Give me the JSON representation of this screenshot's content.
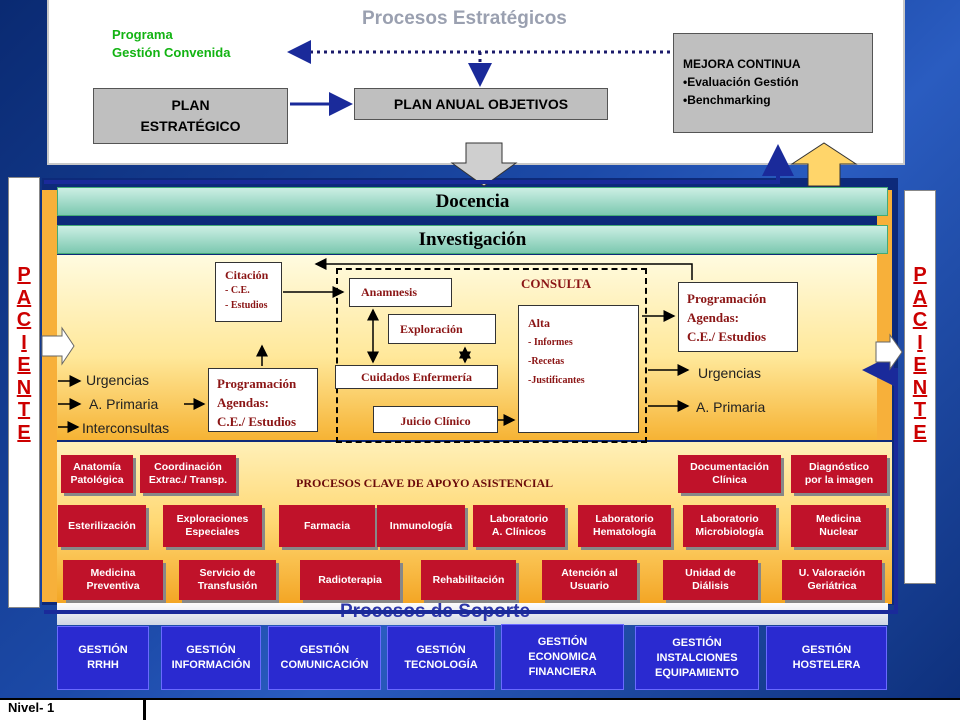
{
  "strategic": {
    "title": "Procesos Estratégicos",
    "programa": [
      "Programa",
      "Gestión Convenida"
    ],
    "plan_estrategico": [
      "PLAN",
      "ESTRATÉGICO"
    ],
    "plan_anual": "PLAN ANUAL OBJETIVOS",
    "mejora": {
      "title": "MEJORA CONTINUA",
      "items": [
        "•Evaluación Gestión",
        "•Benchmarking"
      ]
    }
  },
  "bands": {
    "docencia": "Docencia",
    "investigacion": "Investigación"
  },
  "paciente_letters": [
    "P",
    "A",
    "C",
    "I",
    "E",
    "N",
    "T",
    "E"
  ],
  "clinical": {
    "citacion": {
      "title": "Citación",
      "items": [
        "- C.E.",
        "- Estudios"
      ]
    },
    "inputs": [
      "Urgencias",
      "A. Primaria",
      "Interconsultas"
    ],
    "programacion_left": [
      "Programación",
      "Agendas:",
      "C.E./ Estudios"
    ],
    "consulta": "CONSULTA",
    "anamnesis": "Anamnesis",
    "exploracion": "Exploración",
    "cuidados": "Cuidados Enfermería",
    "juicio": "Juicio Clínico",
    "alta": {
      "title": "Alta",
      "items": [
        "- Informes",
        "-Recetas",
        "-Justificantes"
      ]
    },
    "programacion_right": [
      "Programación",
      "Agendas:",
      "C.E./ Estudios"
    ],
    "outputs": [
      "Urgencias",
      "A. Primaria"
    ]
  },
  "apoyo": {
    "title": "PROCESOS CLAVE DE APOYO ASISTENCIAL",
    "row1": [
      "Anatomía\nPatológica",
      "Coordinación\nExtrac./ Transp.",
      "Documentación\nClínica",
      "Diagnóstico\npor la imagen"
    ],
    "row2": [
      "Esterilización",
      "Exploraciones\nEspeciales",
      "Farmacia",
      "Inmunología",
      "Laboratorio\nA. Clínicos",
      "Laboratorio\nHematología",
      "Laboratorio\nMicrobiología",
      "Medicina\nNuclear"
    ],
    "row3": [
      "Medicina\nPreventiva",
      "Servicio de\nTransfusión",
      "Radioterapia",
      "Rehabilitación",
      "Atención al\nUsuario",
      "Unidad de\nDiálisis",
      "U. Valoración\nGeriátrica"
    ]
  },
  "soporte": {
    "title": "Procesos de Soporte",
    "items": [
      "GESTIÓN\nRRHH",
      "GESTIÓN\nINFORMACIÓN",
      "GESTIÓN\nCOMUNICACIÓN",
      "GESTIÓN\nTECNOLOGÍA",
      "GESTIÓN\nECONOMICA\nFINANCIERA",
      "GESTIÓN\nINSTALCIONES\nEQUIPAMIENTO",
      "GESTIÓN\nHOSTELERA"
    ]
  },
  "footer": {
    "nivel": "Nivel- 1"
  },
  "colors": {
    "background": "#1c4aa8",
    "support_box": "#2a2ad0",
    "apoyo_cell": "#c0122a",
    "green_text": "#12b312",
    "paciente_text": "#cc0000",
    "grey_box": "#bfbfbf"
  }
}
